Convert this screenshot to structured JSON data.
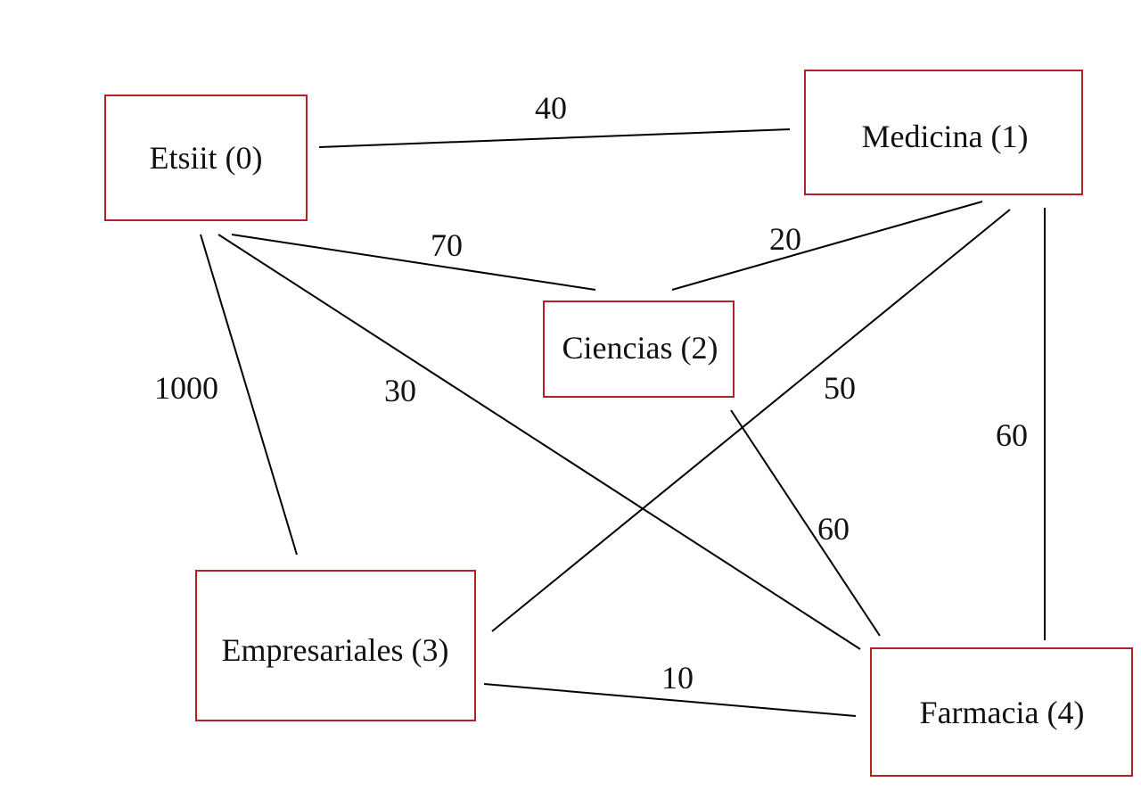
{
  "colors": {
    "node_border": "#b22222",
    "line": "#000000",
    "text": "#111111",
    "background": "#ffffff"
  },
  "nodes": [
    {
      "id": "n0",
      "label": "Etsiit (0)"
    },
    {
      "id": "n1",
      "label": "Medicina (1)"
    },
    {
      "id": "n2",
      "label": "Ciencias (2)"
    },
    {
      "id": "n3",
      "label": "Empresariales (3)"
    },
    {
      "id": "n4",
      "label": "Farmacia (4)"
    }
  ],
  "edges": [
    {
      "from": "n0",
      "to": "n1",
      "weight": "40"
    },
    {
      "from": "n0",
      "to": "n2",
      "weight": "70"
    },
    {
      "from": "n0",
      "to": "n3",
      "weight": "1000"
    },
    {
      "from": "n0",
      "to": "n4",
      "weight": "30"
    },
    {
      "from": "n1",
      "to": "n2",
      "weight": "20"
    },
    {
      "from": "n1",
      "to": "n3",
      "weight": "50"
    },
    {
      "from": "n1",
      "to": "n4",
      "weight": "60"
    },
    {
      "from": "n2",
      "to": "n4",
      "weight": "60"
    },
    {
      "from": "n3",
      "to": "n4",
      "weight": "10"
    }
  ]
}
